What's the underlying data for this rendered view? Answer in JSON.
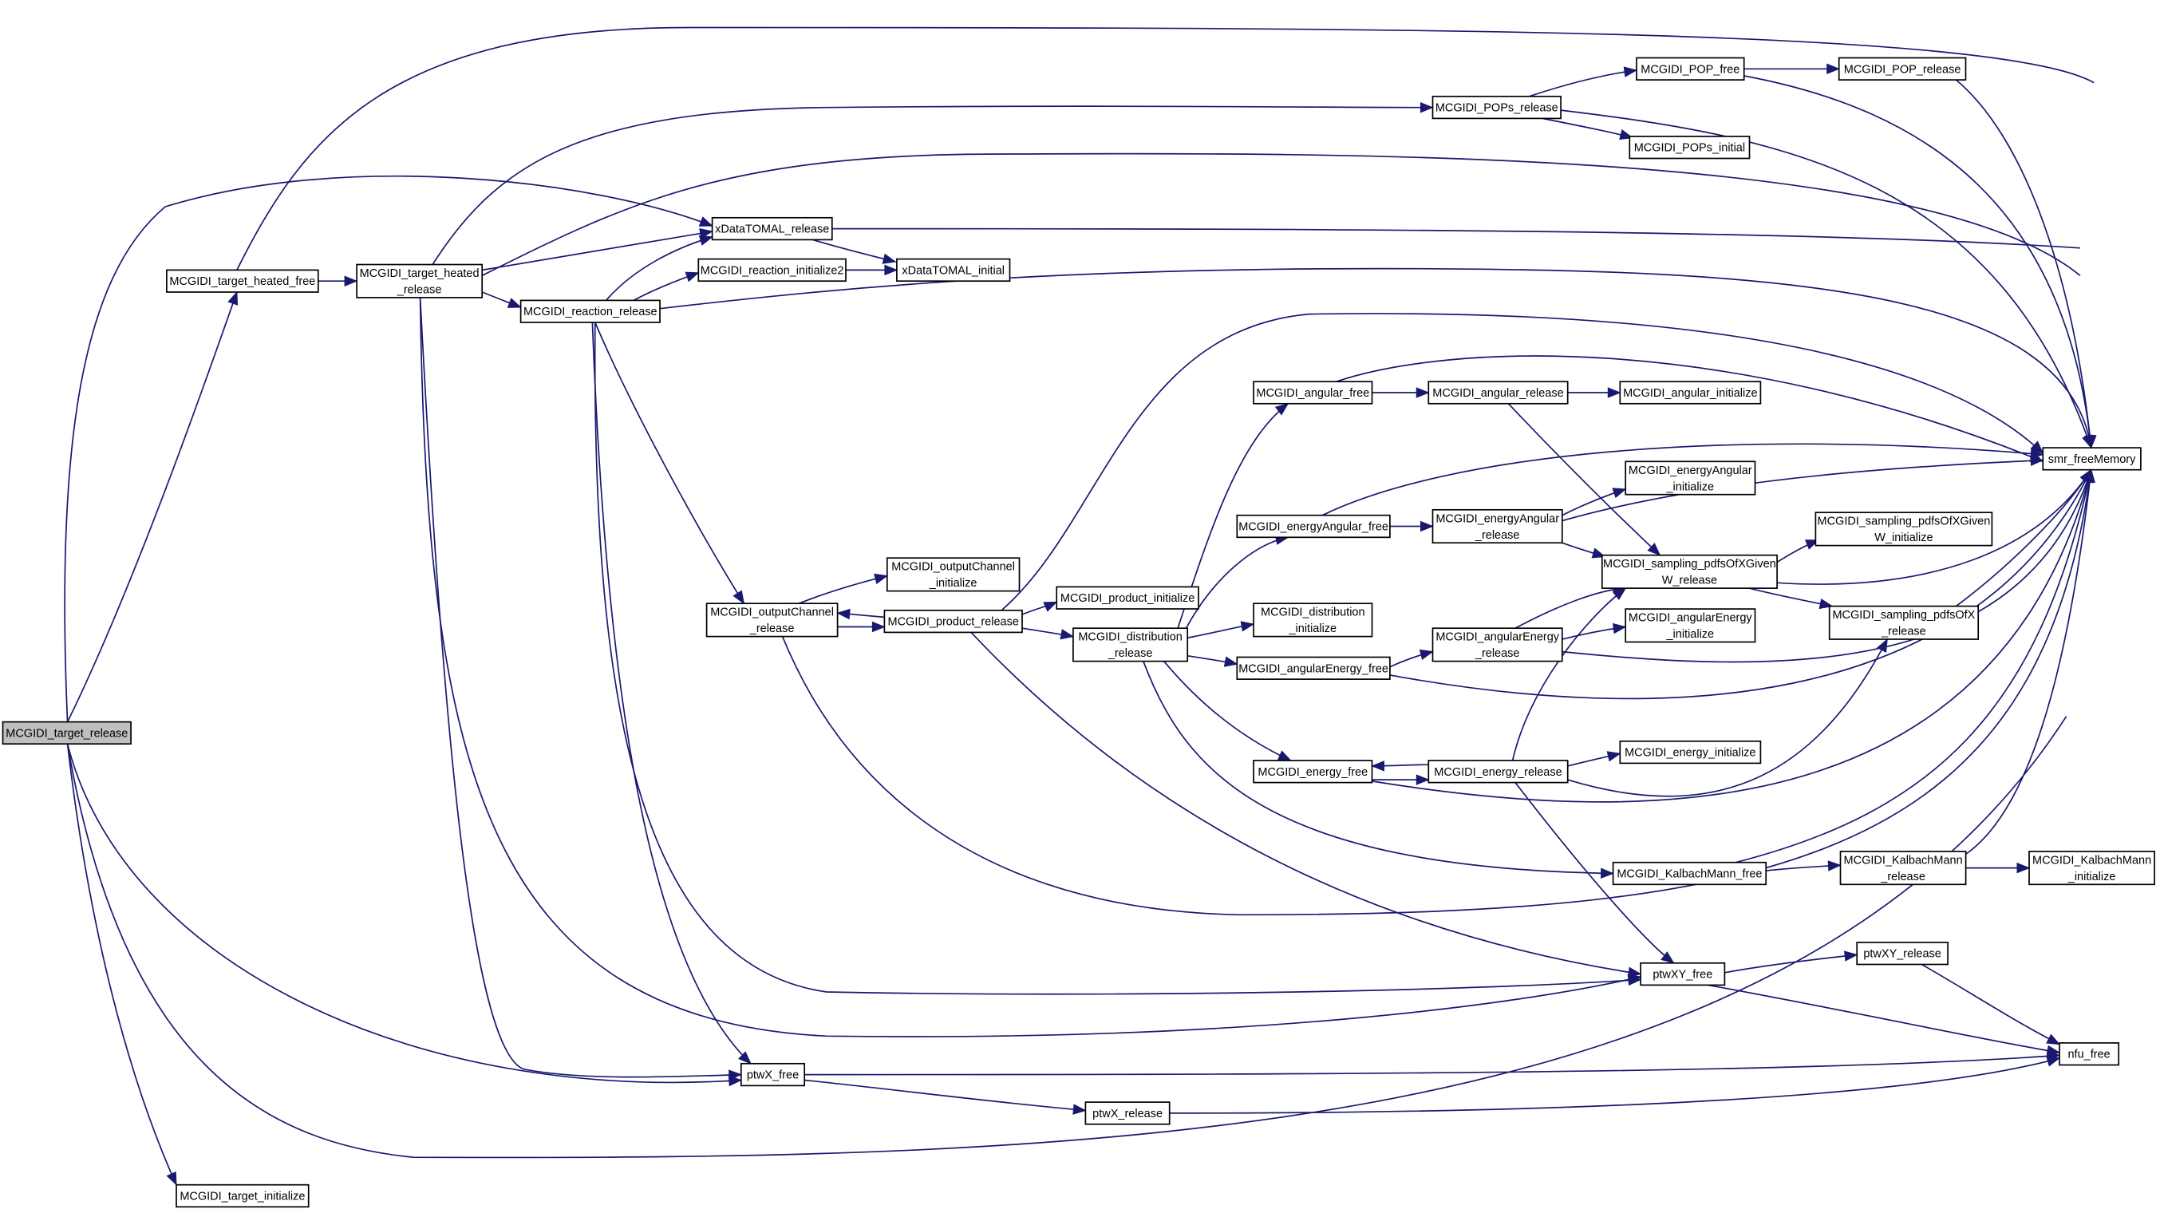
{
  "nodes": [
    {
      "id": "target_release",
      "lines": [
        "MCGIDI_target_release"
      ],
      "root": true
    },
    {
      "id": "target_heated_free",
      "lines": [
        "MCGIDI_target_heated_free"
      ]
    },
    {
      "id": "target_initialize",
      "lines": [
        "MCGIDI_target_initialize"
      ]
    },
    {
      "id": "target_heated_release",
      "lines": [
        "MCGIDI_target_heated",
        "_release"
      ]
    },
    {
      "id": "reaction_release",
      "lines": [
        "MCGIDI_reaction_release"
      ]
    },
    {
      "id": "xDataTOMAL_release",
      "lines": [
        "xDataTOMAL_release"
      ]
    },
    {
      "id": "reaction_initialize2",
      "lines": [
        "MCGIDI_reaction_initialize2"
      ]
    },
    {
      "id": "xDataTOMAL_initial",
      "lines": [
        "xDataTOMAL_initial"
      ]
    },
    {
      "id": "POPs_release",
      "lines": [
        "MCGIDI_POPs_release"
      ]
    },
    {
      "id": "POP_free",
      "lines": [
        "MCGIDI_POP_free"
      ]
    },
    {
      "id": "POP_release",
      "lines": [
        "MCGIDI_POP_release"
      ]
    },
    {
      "id": "POPs_initial",
      "lines": [
        "MCGIDI_POPs_initial"
      ]
    },
    {
      "id": "smr_freeMemory",
      "lines": [
        "smr_freeMemory"
      ]
    },
    {
      "id": "outputChannel_release",
      "lines": [
        "MCGIDI_outputChannel",
        "_release"
      ]
    },
    {
      "id": "outputChannel_initialize",
      "lines": [
        "MCGIDI_outputChannel",
        "_initialize"
      ]
    },
    {
      "id": "product_release",
      "lines": [
        "MCGIDI_product_release"
      ]
    },
    {
      "id": "product_initialize",
      "lines": [
        "MCGIDI_product_initialize"
      ]
    },
    {
      "id": "distribution_release",
      "lines": [
        "MCGIDI_distribution",
        "_release"
      ]
    },
    {
      "id": "angular_free",
      "lines": [
        "MCGIDI_angular_free"
      ]
    },
    {
      "id": "angular_release",
      "lines": [
        "MCGIDI_angular_release"
      ]
    },
    {
      "id": "angular_initialize",
      "lines": [
        "MCGIDI_angular_initialize"
      ]
    },
    {
      "id": "energyAngular_free",
      "lines": [
        "MCGIDI_energyAngular_free"
      ]
    },
    {
      "id": "energyAngular_release",
      "lines": [
        "MCGIDI_energyAngular",
        "_release"
      ]
    },
    {
      "id": "energyAngular_initialize",
      "lines": [
        "MCGIDI_energyAngular",
        "_initialize"
      ]
    },
    {
      "id": "sampling_pdfsOfXGivenW_release",
      "lines": [
        "MCGIDI_sampling_pdfsOfXGiven",
        "W_release"
      ]
    },
    {
      "id": "sampling_pdfsOfXGivenW_initialize",
      "lines": [
        "MCGIDI_sampling_pdfsOfXGiven",
        "W_initialize"
      ]
    },
    {
      "id": "sampling_pdfsOfX_release",
      "lines": [
        "MCGIDI_sampling_pdfsOfX",
        "_release"
      ]
    },
    {
      "id": "distribution_initialize",
      "lines": [
        "MCGIDI_distribution",
        "_initialize"
      ]
    },
    {
      "id": "angularEnergy_free",
      "lines": [
        "MCGIDI_angularEnergy_free"
      ]
    },
    {
      "id": "angularEnergy_release",
      "lines": [
        "MCGIDI_angularEnergy",
        "_release"
      ]
    },
    {
      "id": "angularEnergy_initialize",
      "lines": [
        "MCGIDI_angularEnergy",
        "_initialize"
      ]
    },
    {
      "id": "energy_free",
      "lines": [
        "MCGIDI_energy_free"
      ]
    },
    {
      "id": "energy_release",
      "lines": [
        "MCGIDI_energy_release"
      ]
    },
    {
      "id": "energy_initialize",
      "lines": [
        "MCGIDI_energy_initialize"
      ]
    },
    {
      "id": "KalbachMann_free",
      "lines": [
        "MCGIDI_KalbachMann_free"
      ]
    },
    {
      "id": "KalbachMann_release",
      "lines": [
        "MCGIDI_KalbachMann",
        "_release"
      ]
    },
    {
      "id": "KalbachMann_initialize",
      "lines": [
        "MCGIDI_KalbachMann",
        "_initialize"
      ]
    },
    {
      "id": "ptwXY_free",
      "lines": [
        "ptwXY_free"
      ]
    },
    {
      "id": "ptwXY_release",
      "lines": [
        "ptwXY_release"
      ]
    },
    {
      "id": "ptwX_free",
      "lines": [
        "ptwX_free"
      ]
    },
    {
      "id": "ptwX_release",
      "lines": [
        "ptwX_release"
      ]
    },
    {
      "id": "nfu_free",
      "lines": [
        "nfu_free"
      ]
    }
  ],
  "edges": [
    [
      "target_release",
      "target_heated_free"
    ],
    [
      "target_release",
      "xDataTOMAL_release"
    ],
    [
      "target_release",
      "target_initialize"
    ],
    [
      "target_release",
      "ptwX_free"
    ],
    [
      "target_release",
      "smr_freeMemory"
    ],
    [
      "target_heated_free",
      "target_heated_release"
    ],
    [
      "target_heated_free",
      "smr_freeMemory"
    ],
    [
      "target_heated_release",
      "POPs_release"
    ],
    [
      "target_heated_release",
      "xDataTOMAL_release"
    ],
    [
      "target_heated_release",
      "reaction_release"
    ],
    [
      "target_heated_release",
      "smr_freeMemory"
    ],
    [
      "target_heated_release",
      "ptwXY_free"
    ],
    [
      "target_heated_release",
      "ptwX_free"
    ],
    [
      "reaction_release",
      "xDataTOMAL_release"
    ],
    [
      "reaction_release",
      "reaction_initialize2"
    ],
    [
      "reaction_release",
      "smr_freeMemory"
    ],
    [
      "reaction_release",
      "outputChannel_release"
    ],
    [
      "reaction_release",
      "ptwXY_free"
    ],
    [
      "reaction_release",
      "ptwX_free"
    ],
    [
      "reaction_initialize2",
      "xDataTOMAL_initial"
    ],
    [
      "xDataTOMAL_release",
      "xDataTOMAL_initial"
    ],
    [
      "xDataTOMAL_release",
      "smr_freeMemory"
    ],
    [
      "POPs_release",
      "POP_free"
    ],
    [
      "POPs_release",
      "POPs_initial"
    ],
    [
      "POPs_release",
      "smr_freeMemory"
    ],
    [
      "POP_free",
      "POP_release"
    ],
    [
      "POP_free",
      "smr_freeMemory"
    ],
    [
      "POP_release",
      "smr_freeMemory"
    ],
    [
      "outputChannel_release",
      "outputChannel_initialize"
    ],
    [
      "outputChannel_release",
      "product_release"
    ],
    [
      "outputChannel_release",
      "smr_freeMemory"
    ],
    [
      "product_release",
      "outputChannel_release"
    ],
    [
      "product_release",
      "product_initialize"
    ],
    [
      "product_release",
      "distribution_release"
    ],
    [
      "product_release",
      "smr_freeMemory"
    ],
    [
      "product_release",
      "ptwXY_free"
    ],
    [
      "distribution_release",
      "angular_free"
    ],
    [
      "distribution_release",
      "energyAngular_free"
    ],
    [
      "distribution_release",
      "distribution_initialize"
    ],
    [
      "distribution_release",
      "angularEnergy_free"
    ],
    [
      "distribution_release",
      "energy_free"
    ],
    [
      "distribution_release",
      "KalbachMann_free"
    ],
    [
      "angular_free",
      "angular_release"
    ],
    [
      "angular_free",
      "smr_freeMemory"
    ],
    [
      "angular_release",
      "angular_initialize"
    ],
    [
      "angular_release",
      "sampling_pdfsOfXGivenW_release"
    ],
    [
      "energyAngular_free",
      "energyAngular_release"
    ],
    [
      "energyAngular_free",
      "smr_freeMemory"
    ],
    [
      "energyAngular_release",
      "energyAngular_initialize"
    ],
    [
      "energyAngular_release",
      "sampling_pdfsOfXGivenW_release"
    ],
    [
      "energyAngular_release",
      "smr_freeMemory"
    ],
    [
      "sampling_pdfsOfXGivenW_release",
      "sampling_pdfsOfXGivenW_initialize"
    ],
    [
      "sampling_pdfsOfXGivenW_release",
      "sampling_pdfsOfX_release"
    ],
    [
      "sampling_pdfsOfXGivenW_release",
      "smr_freeMemory"
    ],
    [
      "sampling_pdfsOfX_release",
      "smr_freeMemory"
    ],
    [
      "angularEnergy_free",
      "angularEnergy_release"
    ],
    [
      "angularEnergy_free",
      "smr_freeMemory"
    ],
    [
      "angularEnergy_release",
      "sampling_pdfsOfXGivenW_release"
    ],
    [
      "angularEnergy_release",
      "angularEnergy_initialize"
    ],
    [
      "angularEnergy_release",
      "smr_freeMemory"
    ],
    [
      "energy_free",
      "energy_release"
    ],
    [
      "energy_free",
      "smr_freeMemory"
    ],
    [
      "energy_release",
      "energy_free"
    ],
    [
      "energy_release",
      "energy_initialize"
    ],
    [
      "energy_release",
      "sampling_pdfsOfXGivenW_release"
    ],
    [
      "energy_release",
      "sampling_pdfsOfX_release"
    ],
    [
      "energy_release",
      "ptwXY_free"
    ],
    [
      "KalbachMann_free",
      "KalbachMann_release"
    ],
    [
      "KalbachMann_free",
      "smr_freeMemory"
    ],
    [
      "KalbachMann_release",
      "KalbachMann_initialize"
    ],
    [
      "KalbachMann_release",
      "smr_freeMemory"
    ],
    [
      "ptwXY_free",
      "ptwXY_release"
    ],
    [
      "ptwXY_free",
      "nfu_free"
    ],
    [
      "ptwXY_release",
      "nfu_free"
    ],
    [
      "ptwX_free",
      "ptwX_release"
    ],
    [
      "ptwX_free",
      "nfu_free"
    ],
    [
      "ptwX_release",
      "nfu_free"
    ]
  ]
}
